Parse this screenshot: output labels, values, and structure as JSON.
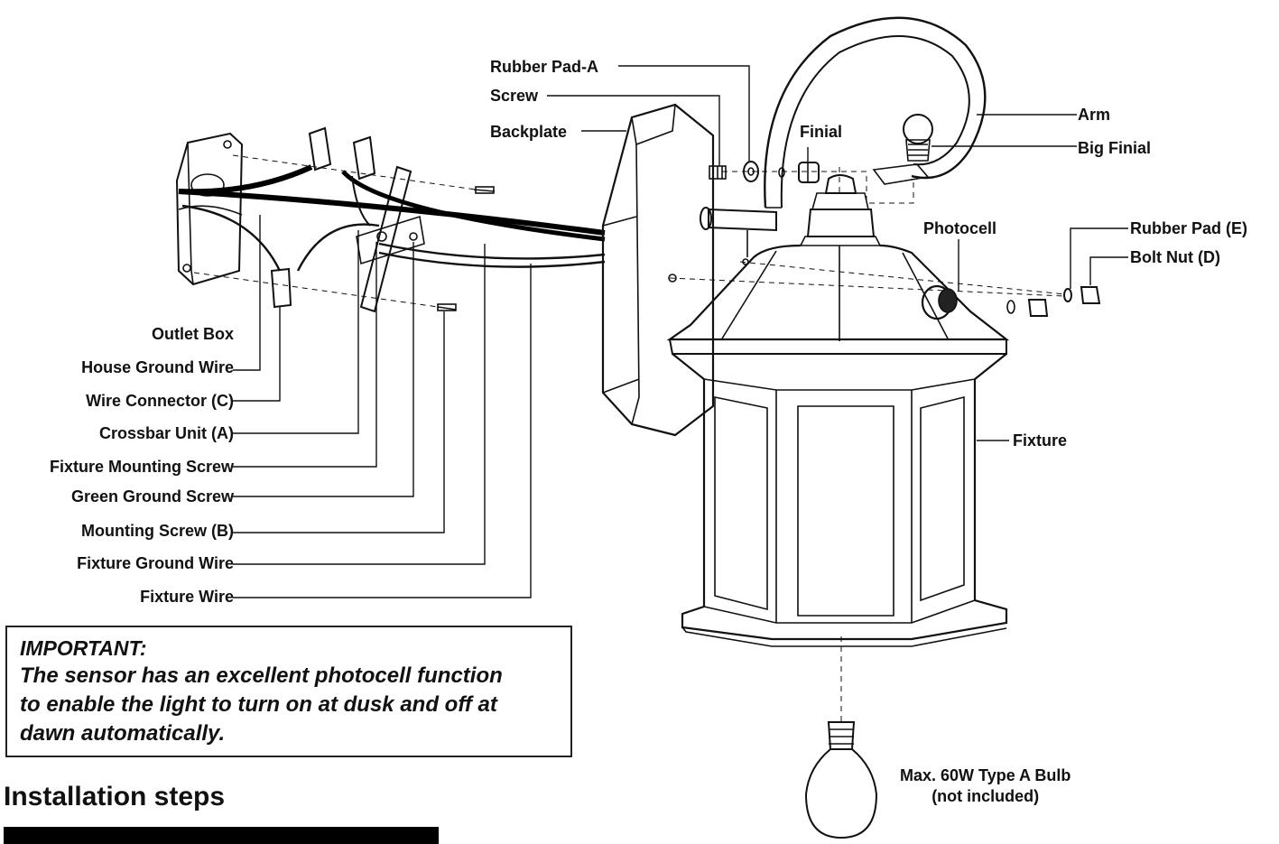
{
  "labels": {
    "rubber_pad_a": "Rubber Pad-A",
    "screw": "Screw",
    "backplate": "Backplate",
    "finial": "Finial",
    "arm": "Arm",
    "big_finial": "Big Finial",
    "photocell": "Photocell",
    "rubber_pad_e": "Rubber Pad (E)",
    "bolt_nut_d": "Bolt Nut (D)",
    "fixture": "Fixture",
    "outlet_box": "Outlet Box",
    "house_ground_wire": "House Ground Wire",
    "wire_connector_c": "Wire Connector (C)",
    "crossbar_unit_a": "Crossbar Unit (A)",
    "fixture_mounting_screw": "Fixture Mounting Screw",
    "green_ground_screw": "Green Ground Screw",
    "mounting_screw_b": "Mounting Screw (B)",
    "fixture_ground_wire": "Fixture Ground Wire",
    "fixture_wire": "Fixture Wire"
  },
  "bulb": {
    "line1": "Max. 60W Type A Bulb",
    "line2": "(not included)"
  },
  "important": {
    "heading": "IMPORTANT:",
    "line1": "The sensor has an excellent photocell function",
    "line2": "to enable the light to turn on at dusk and off at",
    "line3": "dawn automatically."
  },
  "steps_heading": "Installation steps"
}
